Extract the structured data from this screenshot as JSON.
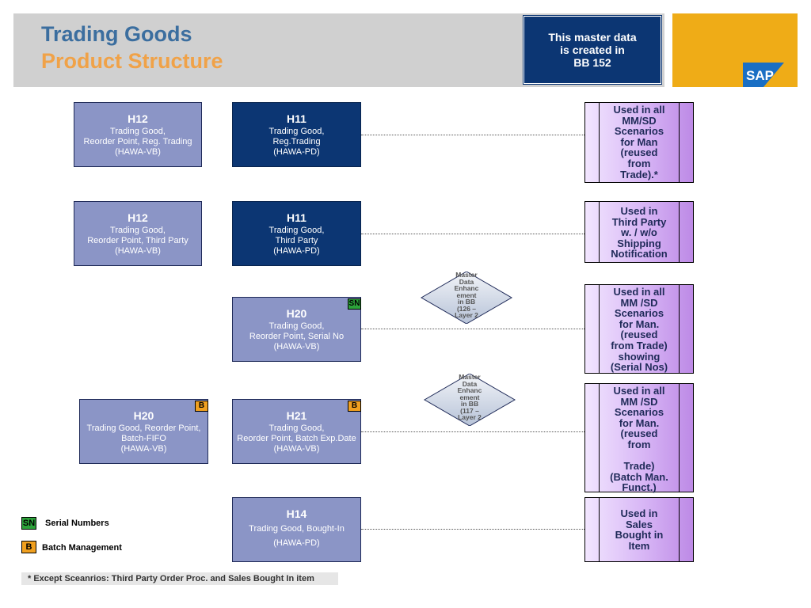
{
  "header": {
    "title_line1": "Trading Goods",
    "title_line2": "Product Structure",
    "info_box": "This master data\nis created in\nBB 152",
    "logo_text": "SAP",
    "colors": {
      "band": "#d0d0d0",
      "title1": "#3b6e9f",
      "title2": "#f0a248",
      "info_box": "#0c3673",
      "brand_band": "#efac17"
    }
  },
  "boxes": [
    {
      "id": "r1-left",
      "code": "H12",
      "desc": "Trading Good,\nReorder Point, Reg. Trading\n(HAWA-VB)"
    },
    {
      "id": "r1-mid",
      "code": "H11",
      "desc": "Trading Good,\nReg.Trading\n(HAWA-PD)"
    },
    {
      "id": "r2-left",
      "code": "H12",
      "desc": "Trading Good,\nReorder Point, Third Party\n(HAWA-VB)"
    },
    {
      "id": "r2-mid",
      "code": "H11",
      "desc": "Trading Good,\nThird Party\n(HAWA-PD)"
    },
    {
      "id": "r3-mid",
      "code": "H20",
      "desc": "Trading Good,\nReorder Point, Serial No\n(HAWA-VB)",
      "badge": "SN"
    },
    {
      "id": "r4-left",
      "code": "H20",
      "desc": "Trading Good, Reorder Point,\nBatch-FIFO\n(HAWA-VB)",
      "badge": "B"
    },
    {
      "id": "r4-mid",
      "code": "H21",
      "desc": "Trading Good,\nReorder Point, Batch Exp.Date\n(HAWA-VB)",
      "badge": "B"
    },
    {
      "id": "r5-mid",
      "code": "H14",
      "desc": "Trading Good, Bought-In\n(HAWA-PD)"
    }
  ],
  "usage": [
    "Used in all\nMM/SD\nScenarios\nfor Man\n(reused\nfrom\nTrade).*",
    "Used in\nThird Party\nw. / w/o\nShipping\nNotification",
    "Used in all\nMM /SD\nScenarios\nfor Man.\n(reused\nfrom Trade)\nshowing\n(Serial Nos)",
    "Used in all\nMM /SD\nScenarios\nfor Man.\n(reused\nfrom\n\nTrade)\n(Batch Man.\nFunct.)",
    "Used in\nSales\nBought in\nItem"
  ],
  "diamonds": [
    "Master\nData\nEnhanc\nement\nin BB\n(126 –\nLayer 2",
    "Master\nData\nEnhanc\nement\nin BB\n(117 –\nLayer 2"
  ],
  "legend": {
    "sn_tag": "SN",
    "sn_label": "Serial Numbers",
    "b_tag": "B",
    "b_label": "Batch Management"
  },
  "footnote": "* Except Sceanrios: Third Party Order Proc. and Sales Bought In item"
}
